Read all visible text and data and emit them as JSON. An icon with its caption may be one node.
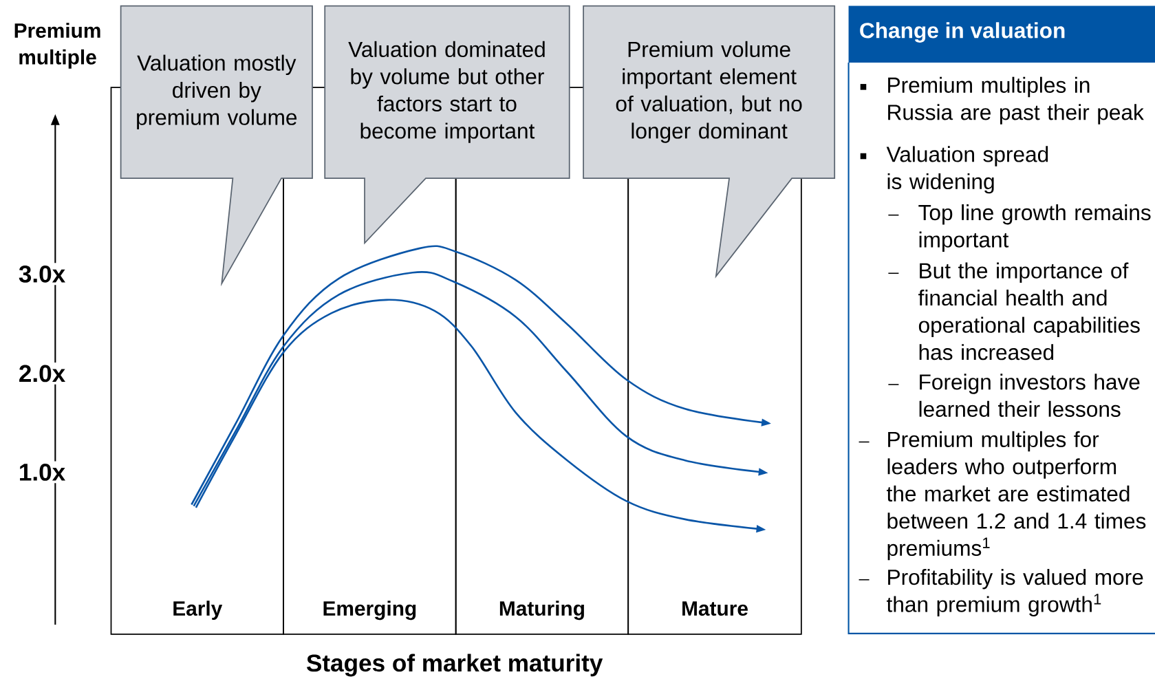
{
  "diagram": {
    "nodes": [
      {
        "text": [
          "Valuation mostly driven by premium volume"
        ]
      },
      {
        "text": [
          "Valuation dominated by volume but other factors start to become important"
        ]
      },
      {
        "text": [
          "Premium volume important element of valuation, but no longer dominant"
        ]
      },
      {
        "text": [
          "Early"
        ]
      },
      {
        "text": [
          "Emerging"
        ]
      },
      {
        "text": [
          "Maturing"
        ]
      },
      {
        "text": [
          "Mature"
        ]
      },
      {
        "text": [
          "Change in valuation",
          "Premium multiples in Russia are past their peak",
          "Valuation spread is widening",
          "Top line growth remains important",
          "But the importance of financial health and operational capabilities has increased",
          "Foreign investors have learned their lessons",
          "Premium multiples for leaders who outperform the market are estimated between 1.2 and 1.4 times premiums$^{1}$",
          "Profitability is valued more than premium growth$^{1}$"
        ]
      }
    ],
    "labels": [
      "Premium multiple",
      "3.0x",
      "2.0x",
      "1.0x",
      "Stages of market maturity"
    ]
  }
}
